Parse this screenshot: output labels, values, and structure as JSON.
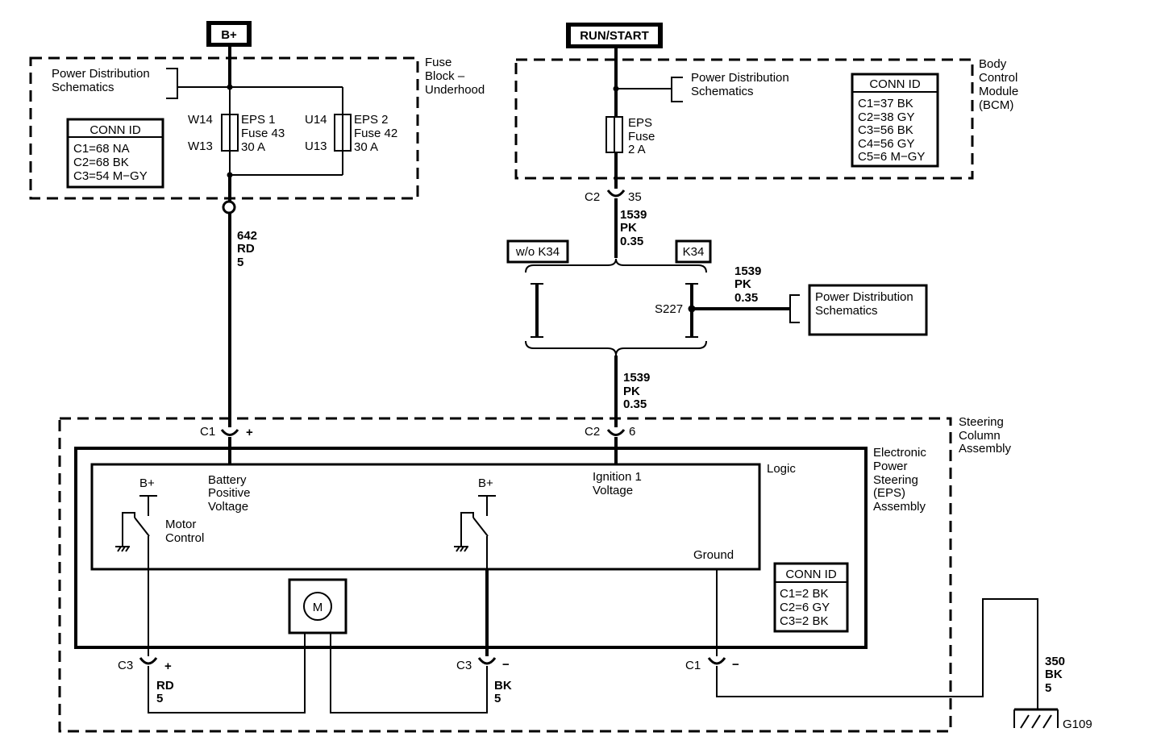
{
  "power_sources": {
    "bplus": "B+",
    "run_start": "RUN/START"
  },
  "fuse_block": {
    "title": [
      "Fuse",
      "Block –",
      "Underhood"
    ],
    "pds_ref": [
      "Power Distribution",
      "Schematics"
    ],
    "fuses": [
      {
        "in_pin": "W14",
        "out_pin": "W13",
        "lines": [
          "EPS 1",
          "Fuse 43",
          "30 A"
        ]
      },
      {
        "in_pin": "U14",
        "out_pin": "U13",
        "lines": [
          "EPS 2",
          "Fuse 42",
          "30 A"
        ]
      }
    ],
    "conn_id": {
      "title": "CONN ID",
      "rows": [
        "C1=68 NA",
        "C2=68 BK",
        "C3=54 M−GY"
      ]
    }
  },
  "bcm": {
    "title": [
      "Body",
      "Control",
      "Module",
      "(BCM)"
    ],
    "pds_ref": [
      "Power Distribution",
      "Schematics"
    ],
    "fuse": [
      "EPS",
      "Fuse",
      "2 A"
    ],
    "conn_id": {
      "title": "CONN ID",
      "rows": [
        "C1=37 BK",
        "C2=38 GY",
        "C3=56 BK",
        "C4=56 GY",
        "C5=6 M−GY"
      ]
    },
    "connector": {
      "name": "C2",
      "pin": "35"
    }
  },
  "wires": {
    "w642": [
      "642",
      "RD",
      "5"
    ],
    "w1539_upper": [
      "1539",
      "PK",
      "0.35"
    ],
    "w1539_branch": [
      "1539",
      "PK",
      "0.35"
    ],
    "w1539_lower": [
      "1539",
      "PK",
      "0.35"
    ],
    "motor_pos": [
      "RD",
      "5"
    ],
    "motor_neg": [
      "BK",
      "5"
    ],
    "ground": [
      "350",
      "BK",
      "5"
    ]
  },
  "options": {
    "without": "w/o K34",
    "with": "K34"
  },
  "splice": {
    "name": "S227",
    "pds_ref": [
      "Power Distribution",
      "Schematics"
    ]
  },
  "steering_column": {
    "title": [
      "Steering",
      "Column",
      "Assembly"
    ]
  },
  "eps": {
    "title": [
      "Electronic",
      "Power",
      "Steering",
      "(EPS)",
      "Assembly"
    ],
    "logic": "Logic",
    "battery_label": [
      "Battery",
      "Positive",
      "Voltage"
    ],
    "ignition_label": [
      "Ignition 1",
      "Voltage"
    ],
    "motor_control": [
      "Motor",
      "Control"
    ],
    "bplus_left": "B+",
    "bplus_right": "B+",
    "ground_label": "Ground",
    "motor": "M",
    "conn_id": {
      "title": "CONN ID",
      "rows": [
        "C1=2 BK",
        "C2=6 GY",
        "C3=2 BK"
      ]
    },
    "connectors": {
      "c1_top": {
        "name": "C1",
        "pin": "+"
      },
      "c2_top": {
        "name": "C2",
        "pin": "6"
      },
      "c3_left": {
        "name": "C3",
        "pin": "+"
      },
      "c3_right": {
        "name": "C3",
        "pin": "−"
      },
      "c1_bottom": {
        "name": "C1",
        "pin": "−"
      }
    }
  },
  "ground_point": "G109"
}
